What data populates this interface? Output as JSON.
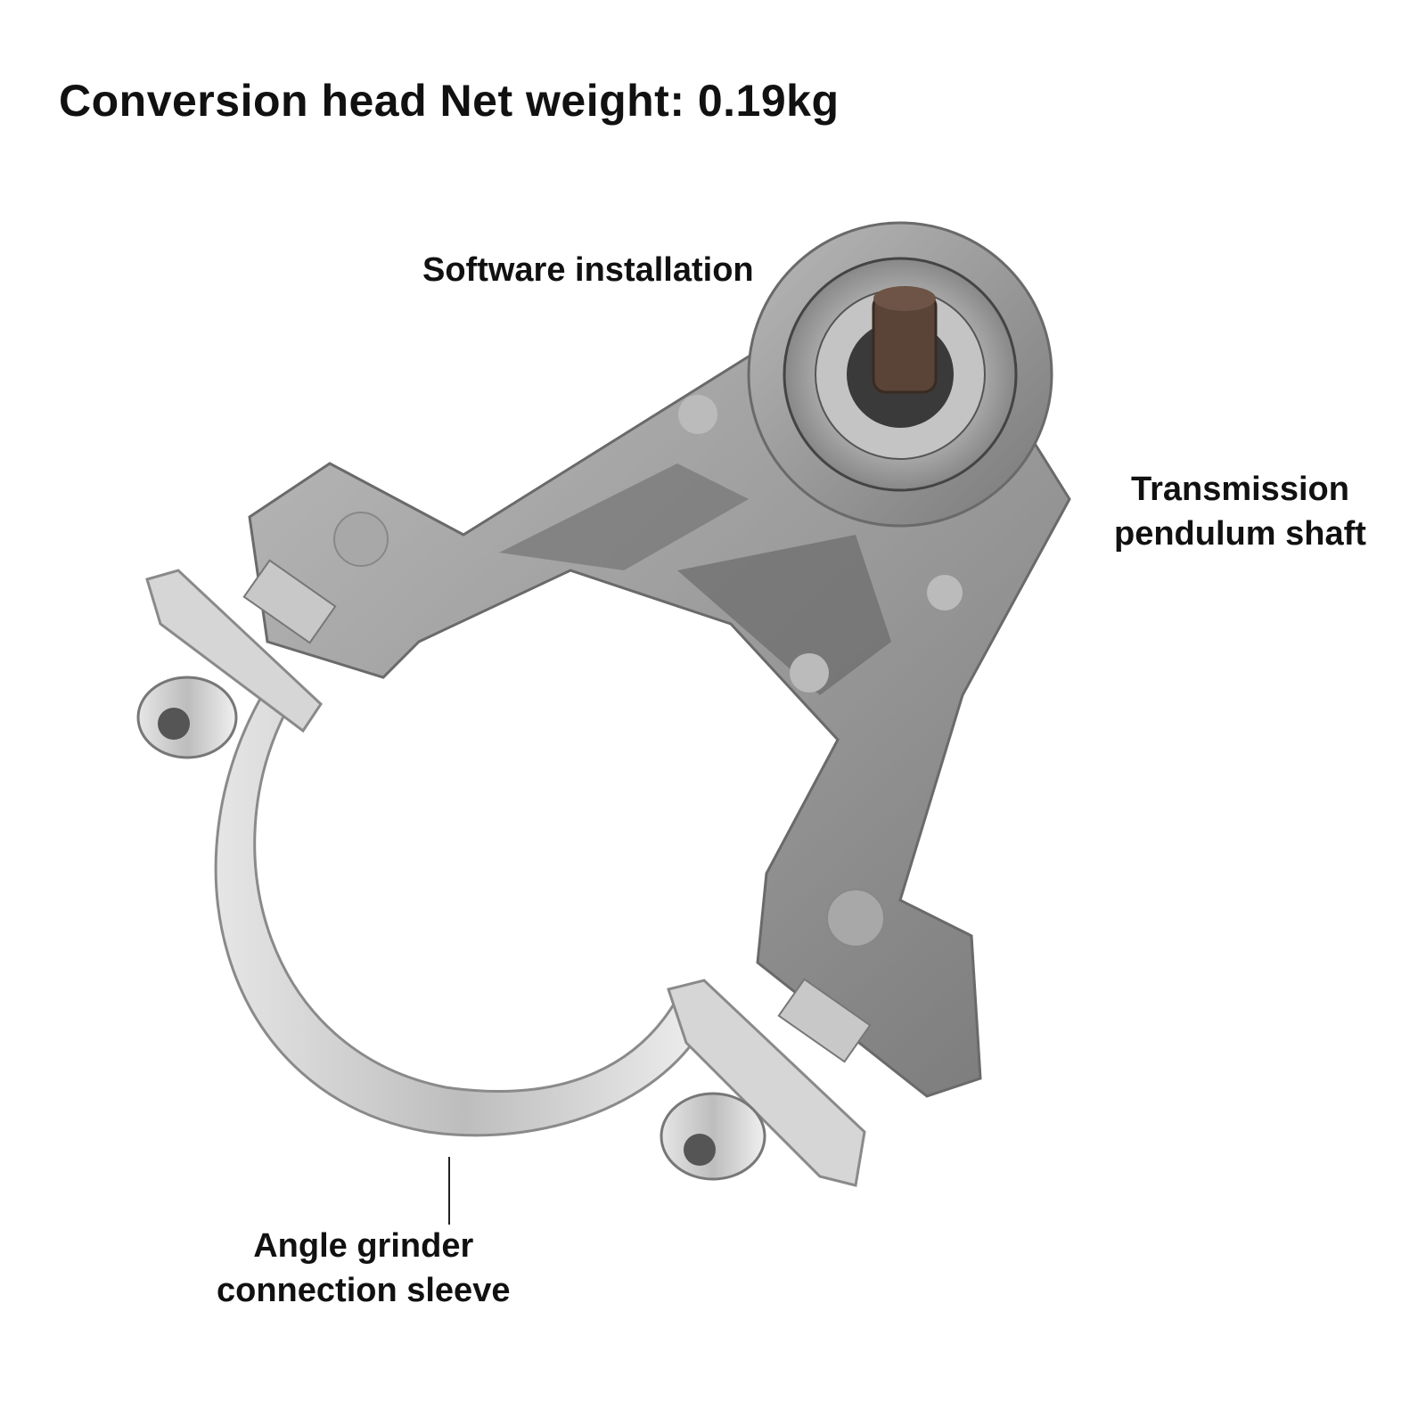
{
  "title": "Conversion head Net weight: 0.19kg",
  "labels": {
    "software": "Software installation",
    "transmission": {
      "line1": "Transmission",
      "line2": "pendulum shaft"
    },
    "angle": {
      "line1": "Angle grinder",
      "line2": "connection sleeve"
    }
  },
  "colors": {
    "background": "#ffffff",
    "text": "#111111",
    "metal_body": "#9c9c9c",
    "metal_dark": "#6f6f6f",
    "steel_clamp": "#c8c8c8",
    "shaft": "#5a4438"
  }
}
